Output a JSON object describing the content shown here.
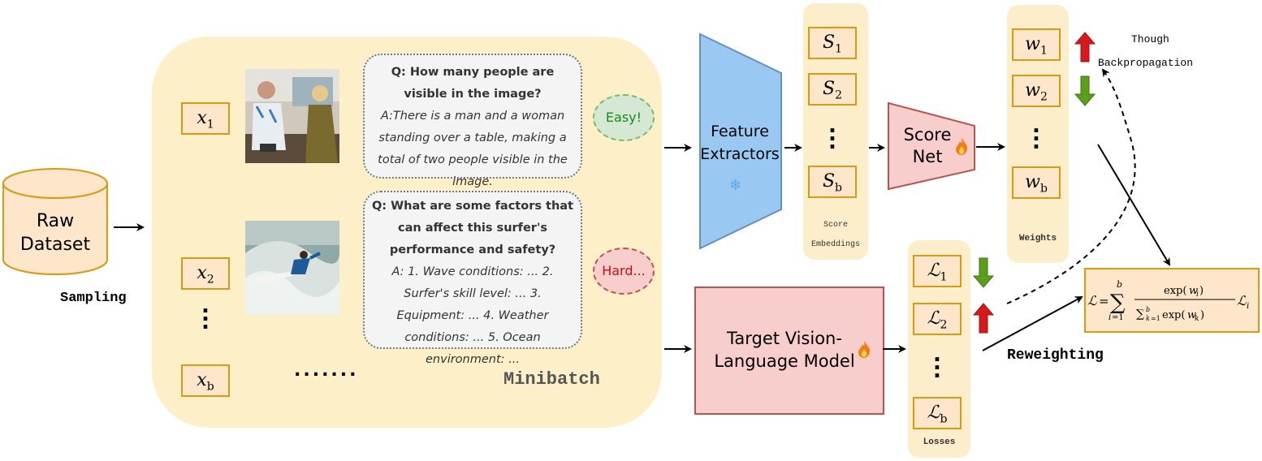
{
  "raw_dataset": {
    "line1": "Raw",
    "line2": "Dataset"
  },
  "sampling_label": "Sampling",
  "minibatch_label": "Minibatch",
  "samples": {
    "x1": "x",
    "x1_sub": "1",
    "x2": "x",
    "x2_sub": "2",
    "xb": "x",
    "xb_sub": "b",
    "dots_h": ".......",
    "vdots": "⋮"
  },
  "q1": {
    "question": "Q: How many people are visible in the image?",
    "answer": "A:There is a man and a woman standing over a table, making a total of two people visible in the image."
  },
  "q2": {
    "question": "Q: What are some factors that can affect this surfer's performance and safety?",
    "answer": "A: 1. Wave conditions: ... 2. Surfer's skill level: ... 3. Equipment: ... 4. Weather conditions: ... 5. Ocean environment: ..."
  },
  "easy_label": "Easy!",
  "hard_label": "Hard...",
  "feature_extractors": {
    "line1": "Feature",
    "line2": "Extractors"
  },
  "score_embeddings": {
    "items": [
      "S",
      "S",
      "S"
    ],
    "subs": [
      "1",
      "2",
      "b"
    ],
    "label1": "Score",
    "label2": "Embeddings"
  },
  "score_net": {
    "line1": "Score",
    "line2": "Net"
  },
  "weights": {
    "items": [
      "w",
      "w",
      "w"
    ],
    "subs": [
      "1",
      "2",
      "b"
    ],
    "label": "Weights"
  },
  "backprop": {
    "line1": "Though",
    "line2": "Backpropagation"
  },
  "target_model": {
    "line1": "Target Vision-",
    "line2": "Language Model"
  },
  "losses": {
    "subs": [
      "1",
      "2",
      "b"
    ],
    "label": "Losses"
  },
  "reweighting_label": "Reweighting",
  "colors": {
    "up_arrow": "#d7191c",
    "down_arrow": "#5a9e1a",
    "box_border": "#d69b10",
    "box_fill": "#fde6c9",
    "pill": "#fdeecb"
  }
}
